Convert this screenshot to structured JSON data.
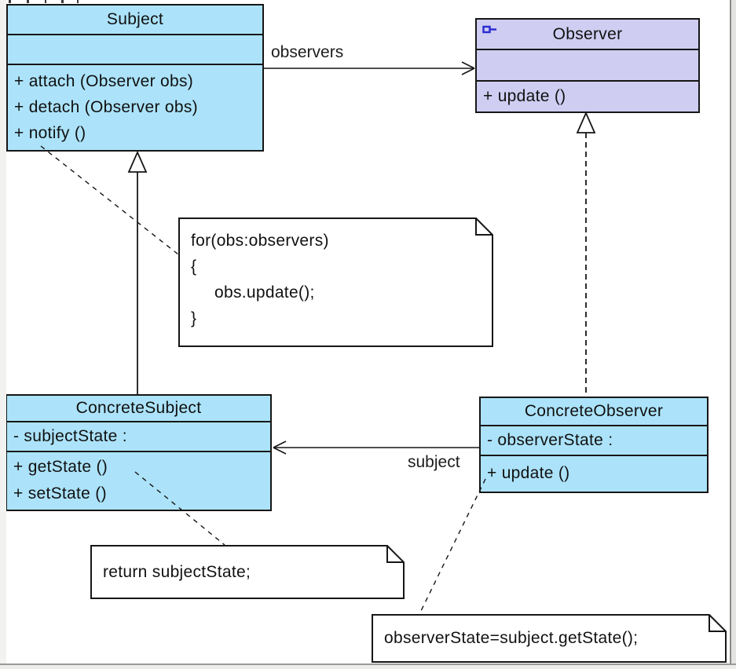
{
  "colors": {
    "class_fill": "#ace3fa",
    "interface_fill": "#cfcdf1",
    "note_fill": "#ffffff",
    "border": "#161616",
    "class_icon_blue": "#2a2ad0"
  },
  "classes": {
    "subject": {
      "name": "Subject",
      "attributes": [],
      "methods": [
        "+ attach (Observer obs)",
        "+ detach (Observer obs)",
        "+ notify ()"
      ]
    },
    "observer": {
      "name": "Observer",
      "attributes": [],
      "methods": [
        "+ update ()"
      ]
    },
    "concrete_subject": {
      "name": "ConcreteSubject",
      "attributes": [
        "- subjectState :"
      ],
      "methods": [
        "+ getState ()",
        "+ setState ()"
      ]
    },
    "concrete_observer": {
      "name": "ConcreteObserver",
      "attributes": [
        "- observerState :"
      ],
      "methods": [
        "+ update ()"
      ]
    }
  },
  "associations": {
    "observers_label": "observers",
    "subject_label": "subject"
  },
  "notes": {
    "notify_note": {
      "lines": [
        "for(obs:observers)",
        "{",
        "obs.update();",
        "}"
      ]
    },
    "get_state_note": {
      "text": "return subjectState;"
    },
    "update_note": {
      "text": "observerState=subject.getState();"
    }
  }
}
